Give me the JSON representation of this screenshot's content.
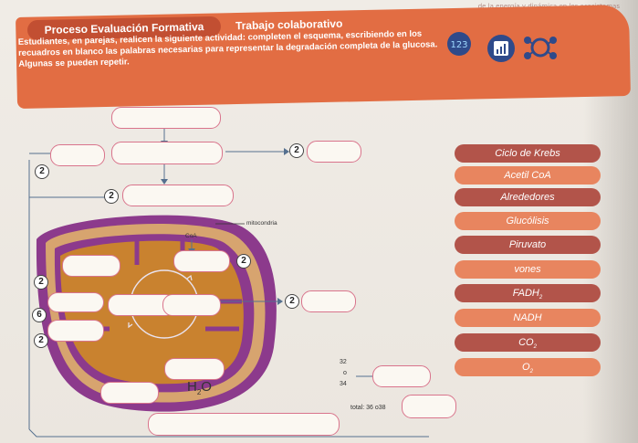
{
  "running_head": "de la energía y dinámica en los ecosistemas",
  "header": {
    "section_label": "Proceso Evaluación Formativa",
    "activity_label": "Trabajo colaborativo",
    "instructions": "Estudiantes, en parejas, realicen la siguiente actividad: completen el esquema, escribiendo en los recuadros en blanco las palabras necesarias para representar la degradación completa de la glucosa. Algunas se pueden repetir.",
    "icon_numbers": "123"
  },
  "diagram": {
    "mitochondria_label": "mitocondria",
    "coa_label": "CoA",
    "h2o_main": "H",
    "h2o_sub": "2",
    "h2o_tail": "O",
    "atp_top": "32",
    "atp_or": "o",
    "atp_bottom": "34",
    "total_label": "total: 36 o38",
    "numbers": {
      "n_acetil_out": "2",
      "n_left_top": "2",
      "n_pair": "2",
      "n_coa_right": "2",
      "n_left_mid": "2",
      "n_krebs_out": "2",
      "n_six": "6",
      "n_left_low": "2"
    }
  },
  "word_bank": [
    {
      "text": "Ciclo de Krebs",
      "style": "dark"
    },
    {
      "text": "Acetil CoA",
      "style": "light"
    },
    {
      "text": "Alrededores",
      "style": "dark"
    },
    {
      "text": "Glucólisis",
      "style": "light"
    },
    {
      "text": "Piruvato",
      "style": "dark"
    },
    {
      "text": "vones",
      "style": "light"
    },
    {
      "text": "FADH",
      "sub": "2",
      "style": "dark"
    },
    {
      "text": "NADH",
      "style": "light"
    },
    {
      "text": "CO",
      "sub": "2",
      "style": "dark"
    },
    {
      "text": "O",
      "sub": "2",
      "style": "light"
    }
  ],
  "colors": {
    "banner": "#e26d43",
    "pill": "#c24f32",
    "membrane_outer": "#8c3a8c",
    "membrane_fill": "#d7a46f",
    "matrix": "#c9822f",
    "box_border": "#d9748c"
  }
}
